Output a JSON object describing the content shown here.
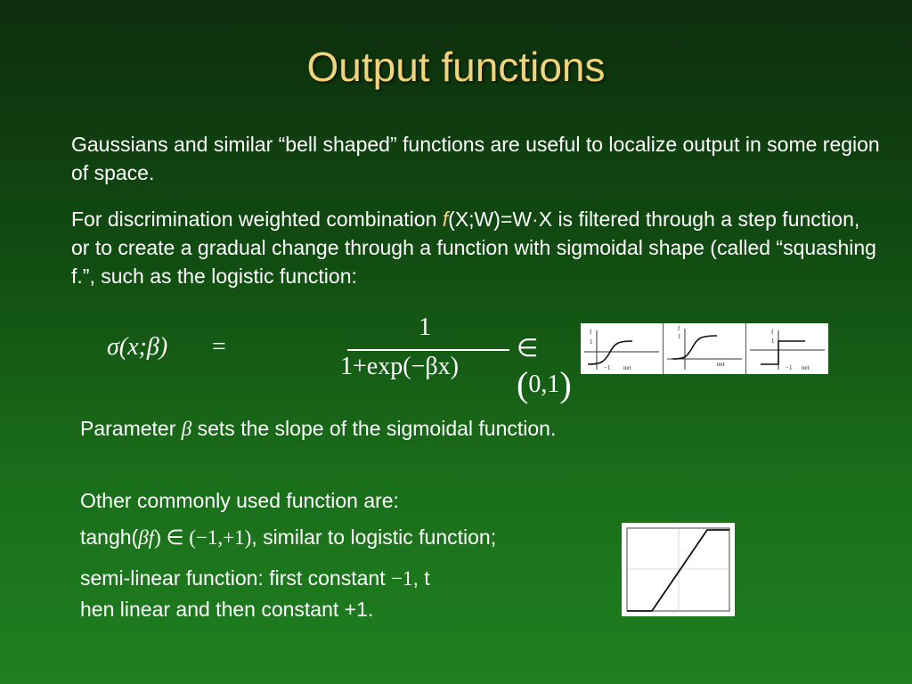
{
  "slide": {
    "title": "Output functions",
    "para1": "Gaussians and similar “bell shaped” functions are useful to localize output in some region of space.",
    "para2": {
      "before": "For discrimination weighted combination ",
      "fn": "f",
      "after": "(X;W)=W·X is filtered through a step function, or to create a gradual change through a function with sigmoidal shape (called “squashing f.”, such as the logistic function:"
    },
    "formula": {
      "lhs": "σ(x;β)",
      "equals": "=",
      "numerator": "1",
      "denominator": "1+exp(−βx)",
      "member_of": "∈",
      "range": "0,1"
    },
    "mini_plots": {
      "f_label": "f",
      "one_label": "1",
      "minus_one_label": "−1",
      "x_label": "net"
    },
    "parameter_line": {
      "before": "Parameter ",
      "beta": "β",
      "after": " sets the slope of the sigmoidal function."
    },
    "other_heading": "Other commonly used function are:",
    "tanh_line": {
      "name": "tangh(",
      "beta_f": "βf",
      "close": ")",
      "math": " ∈ (−1,+1)",
      "after": ", similar to logistic function;"
    },
    "semi_line1": {
      "text": "semi-linear function: first constant ",
      "math": "−1",
      "after": ", t"
    },
    "semi_line2": "hen linear and then constant +1."
  },
  "colors": {
    "title": "#f2d27a",
    "background_top": "#0d2d0d",
    "background_bottom": "#1f7f1f",
    "text": "#ffffff"
  }
}
